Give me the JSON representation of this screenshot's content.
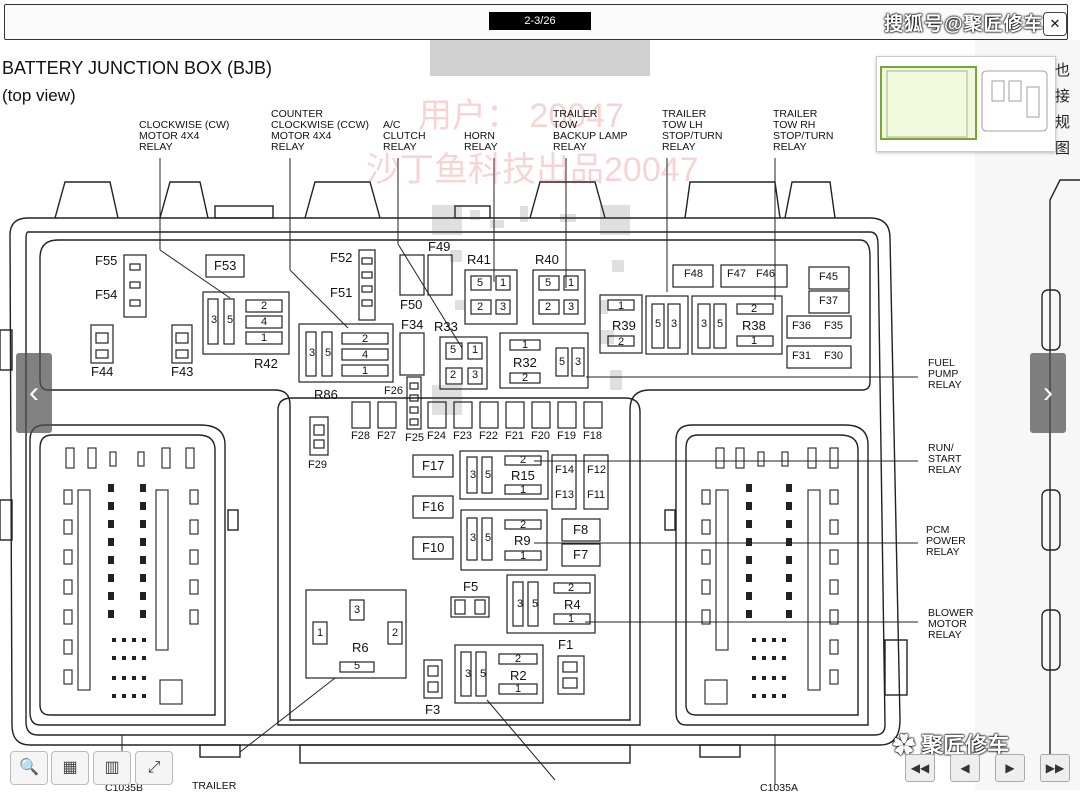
{
  "toolbar": {
    "page_indicator": "2-3/26",
    "close_icon": "close-icon",
    "watermark_source": "搜狐号@聚匠修车"
  },
  "document": {
    "title": "BATTERY JUNCTION BOX (BJB)",
    "subtitle": "(top view)"
  },
  "watermarks": {
    "user": "用户： 20047",
    "publisher": "沙丁鱼科技出品20047",
    "wechat": "聚匠修车"
  },
  "callouts": {
    "cw_relay": [
      "CLOCKWISE (CW)",
      "MOTOR 4X4",
      "RELAY"
    ],
    "ccw_relay": [
      "COUNTER",
      "CLOCKWISE (CCW)",
      "MOTOR 4X4",
      "RELAY"
    ],
    "ac_clutch": [
      "A/C",
      "CLUTCH",
      "RELAY"
    ],
    "horn": [
      "HORN",
      "RELAY"
    ],
    "trailer_tow_backup": [
      "TRAILER",
      "TOW",
      "BACKUP LAMP",
      "RELAY"
    ],
    "trailer_tow_lh": [
      "TRAILER",
      "TOW LH",
      "STOP/TURN",
      "RELAY"
    ],
    "trailer_tow_rh": [
      "TRAILER",
      "TOW RH",
      "STOP/TURN",
      "RELAY"
    ],
    "fuel_pump": [
      "FUEL",
      "PUMP",
      "RELAY"
    ],
    "run_start": [
      "RUN/",
      "START",
      "RELAY"
    ],
    "pcm_power": [
      "PCM",
      "POWER",
      "RELAY"
    ],
    "blower_motor": [
      "BLOWER",
      "MOTOR",
      "RELAY"
    ],
    "bottom_left": "TRAILER",
    "conn_left": "C1035B",
    "conn_right": "C1035A"
  },
  "fuses": {
    "F55": "F55",
    "F54": "F54",
    "F53": "F53",
    "F44": "F44",
    "F43": "F43",
    "F52": "F52",
    "F51": "F51",
    "F50": "F50",
    "F49": "F49",
    "F34": "F34",
    "F26": "F26",
    "F25": "F25",
    "F29": "F29",
    "F28": "F28",
    "F27": "F27",
    "F24": "F24",
    "F23": "F23",
    "F22": "F22",
    "F21": "F21",
    "F20": "F20",
    "F19": "F19",
    "F18": "F18",
    "F17": "F17",
    "F16": "F16",
    "F10": "F10",
    "F14": "F14",
    "F13": "F13",
    "F12": "F12",
    "F11": "F11",
    "F8": "F8",
    "F7": "F7",
    "F5": "F5",
    "F1": "F1",
    "F3": "F3",
    "F48": "F48",
    "F47": "F47",
    "F46": "F46",
    "F45": "F45",
    "F37": "F37",
    "F36": "F36",
    "F35": "F35",
    "F31": "F31",
    "F30": "F30"
  },
  "relays": {
    "R42": "R42",
    "R86": "R86",
    "R41": "R41",
    "R40": "R40",
    "R33": "R33",
    "R32": "R32",
    "R39": "R39",
    "R38": "R38",
    "R15": "R15",
    "R9": "R9",
    "R4": "R4",
    "R6": "R6",
    "R2": "R2"
  },
  "pins": {
    "p1": "1",
    "p2": "2",
    "p3": "3",
    "p4": "4",
    "p5": "5"
  },
  "thumbnail_side": [
    "也接",
    "规图"
  ],
  "colors": {
    "line": "#222222",
    "accent_highlight": "#7aa33a",
    "watermark_red": "#dc3c3c"
  }
}
